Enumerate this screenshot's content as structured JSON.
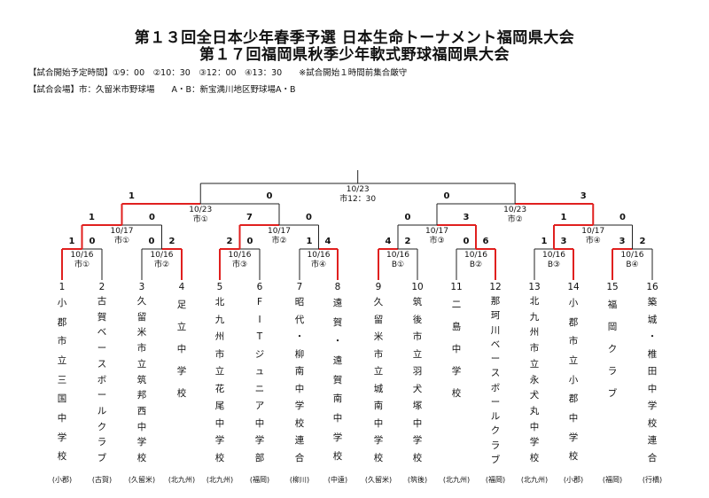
{
  "header": {
    "title1": "第１３回全日本少年春季予選 日本生命トーナメント福岡県大会",
    "title2": "第１７回福岡県秋季少年軟式野球福岡県大会",
    "times": "【試合開始予定時間】①9：00　②10：30　③12：00　④13：30　　※試合開始１時間前集合厳守",
    "venues": "【試合会場】市：久留米市野球場　　A・B：新宝満川地区野球場A・B"
  },
  "final": {
    "date": "10/23",
    "venue": "市12：30"
  },
  "semis": [
    {
      "date": "10/23",
      "venue": "市①",
      "scores": [
        "1",
        "0"
      ]
    },
    {
      "date": "10/23",
      "venue": "市②",
      "scores": [
        "0",
        "3"
      ]
    }
  ],
  "quarters": [
    {
      "date": "10/17",
      "venue": "市①",
      "scores": [
        "1",
        "0"
      ]
    },
    {
      "date": "10/17",
      "venue": "市②",
      "scores": [
        "7",
        "0"
      ]
    },
    {
      "date": "10/17",
      "venue": "市③",
      "scores": [
        "0",
        "3"
      ]
    },
    {
      "date": "10/17",
      "venue": "市④",
      "scores": [
        "1",
        "0"
      ]
    }
  ],
  "round1": [
    {
      "date": "10/16",
      "venue": "市①",
      "scores": [
        "1",
        "0"
      ]
    },
    {
      "date": "10/16",
      "venue": "市②",
      "scores": [
        "0",
        "2"
      ]
    },
    {
      "date": "10/16",
      "venue": "市③",
      "scores": [
        "2",
        "0"
      ]
    },
    {
      "date": "10/16",
      "venue": "市④",
      "scores": [
        "1",
        "4"
      ]
    },
    {
      "date": "10/16",
      "venue": "B①",
      "scores": [
        "4",
        "2"
      ]
    },
    {
      "date": "10/16",
      "venue": "B②",
      "scores": [
        "0",
        "6"
      ]
    },
    {
      "date": "10/16",
      "venue": "B③",
      "scores": [
        "1",
        "3"
      ]
    },
    {
      "date": "10/16",
      "venue": "B④",
      "scores": [
        "3",
        "2"
      ]
    }
  ],
  "teams": [
    {
      "num": "1",
      "name": "小郡市立三国中学校",
      "pref": "(小郡)"
    },
    {
      "num": "2",
      "name": "古賀ベースボールクラブ",
      "pref": "(古賀)"
    },
    {
      "num": "3",
      "name": "久留米市立筑邦西中学校",
      "pref": "(久留米)"
    },
    {
      "num": "4",
      "name": "足立中学校",
      "pref": "(北九州)"
    },
    {
      "num": "5",
      "name": "北九州市立花尾中学校",
      "pref": "(北九州)"
    },
    {
      "num": "6",
      "name": "FITジュニア中学部",
      "pref": "(福岡)"
    },
    {
      "num": "7",
      "name": "昭代・柳南中学校連合",
      "pref": "(柳川)"
    },
    {
      "num": "8",
      "name": "遠賀・遠賀南中学校",
      "pref": "(中遠)"
    },
    {
      "num": "9",
      "name": "久留米市立城南中学校",
      "pref": "(久留米)"
    },
    {
      "num": "10",
      "name": "筑後市立羽犬塚中学校",
      "pref": "(筑後)"
    },
    {
      "num": "11",
      "name": "二島中学校",
      "pref": "(北九州)"
    },
    {
      "num": "12",
      "name": "那珂川ベースボールクラブ",
      "pref": "(福岡)"
    },
    {
      "num": "13",
      "name": "北九州市立永犬丸中学校",
      "pref": "(北九州)"
    },
    {
      "num": "14",
      "name": "小郡市立小郡中学校",
      "pref": "(小郡)"
    },
    {
      "num": "15",
      "name": "福岡クラブ",
      "pref": "(福岡)"
    },
    {
      "num": "16",
      "name": "築城・椎田中学校連合",
      "pref": "(行橋)"
    }
  ],
  "colors": {
    "win": "#e0201f",
    "line": "#222222"
  }
}
